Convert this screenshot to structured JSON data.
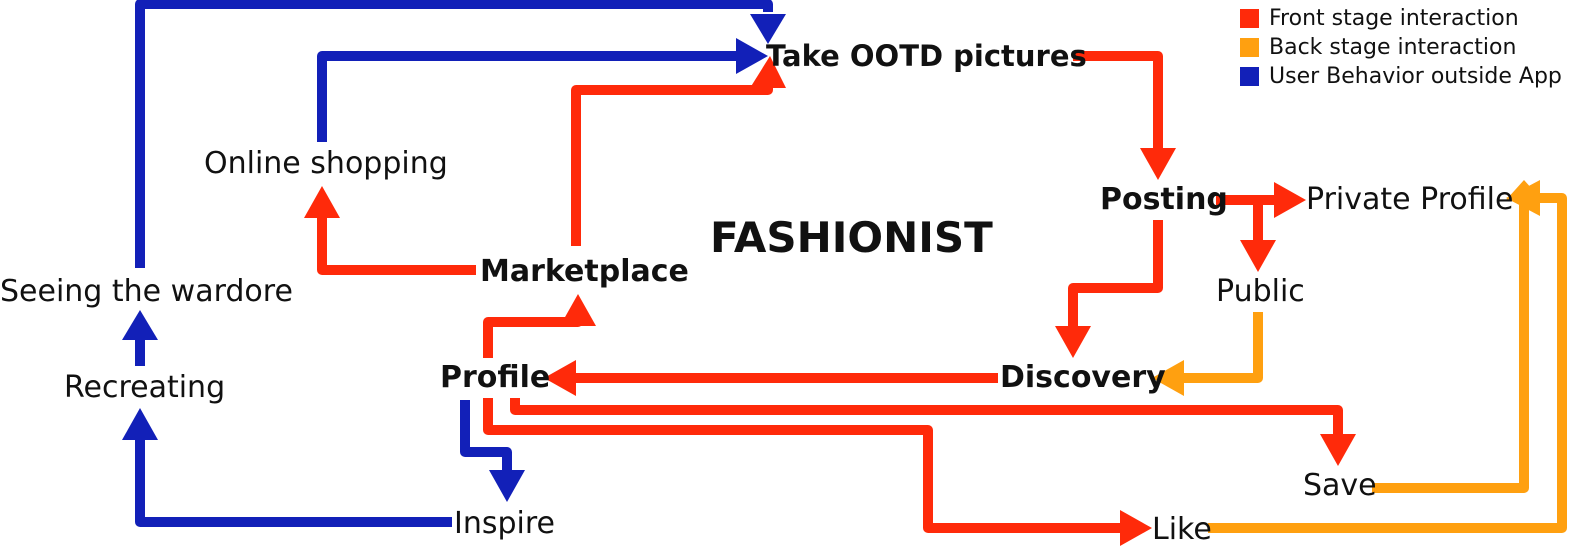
{
  "colors": {
    "front": "#FF2A0A",
    "back": "#FFA010",
    "outside": "#1220B8"
  },
  "title": "FASHIONIST",
  "nodes": {
    "take_ootd": "Take OOTD pictures",
    "online_shopping": "Online shopping",
    "posting": "Posting",
    "private_profile": "Private Profile",
    "marketplace": "Marketplace",
    "seeing_wardrobe": "Seeing the wardore",
    "public": "Public",
    "profile": "Profile",
    "discovery": "Discovery",
    "recreating": "Recreating",
    "save": "Save",
    "inspire": "Inspire",
    "like": "Like"
  },
  "legend": {
    "front": "Front stage interaction",
    "back": "Back stage interaction",
    "outside": "User Behavior outside App"
  },
  "connections": [
    {
      "from": "take_ootd",
      "to": "posting",
      "type": "front"
    },
    {
      "from": "posting",
      "to": "private_profile",
      "type": "front"
    },
    {
      "from": "posting",
      "to": "public",
      "type": "front"
    },
    {
      "from": "posting",
      "to": "discovery",
      "type": "front"
    },
    {
      "from": "public",
      "to": "discovery",
      "type": "back"
    },
    {
      "from": "discovery",
      "to": "profile",
      "type": "front"
    },
    {
      "from": "profile",
      "to": "marketplace",
      "type": "front"
    },
    {
      "from": "marketplace",
      "to": "online_shopping",
      "type": "front"
    },
    {
      "from": "marketplace",
      "to": "take_ootd",
      "type": "front"
    },
    {
      "from": "profile",
      "to": "save",
      "type": "front"
    },
    {
      "from": "profile",
      "to": "like",
      "type": "front"
    },
    {
      "from": "save",
      "to": "private_profile",
      "type": "back"
    },
    {
      "from": "like",
      "to": "private_profile",
      "type": "back"
    },
    {
      "from": "profile",
      "to": "inspire",
      "type": "outside"
    },
    {
      "from": "inspire",
      "to": "recreating",
      "type": "outside"
    },
    {
      "from": "recreating",
      "to": "seeing_wardrobe",
      "type": "outside"
    },
    {
      "from": "seeing_wardrobe",
      "to": "take_ootd",
      "type": "outside"
    },
    {
      "from": "online_shopping",
      "to": "take_ootd",
      "type": "outside"
    }
  ]
}
